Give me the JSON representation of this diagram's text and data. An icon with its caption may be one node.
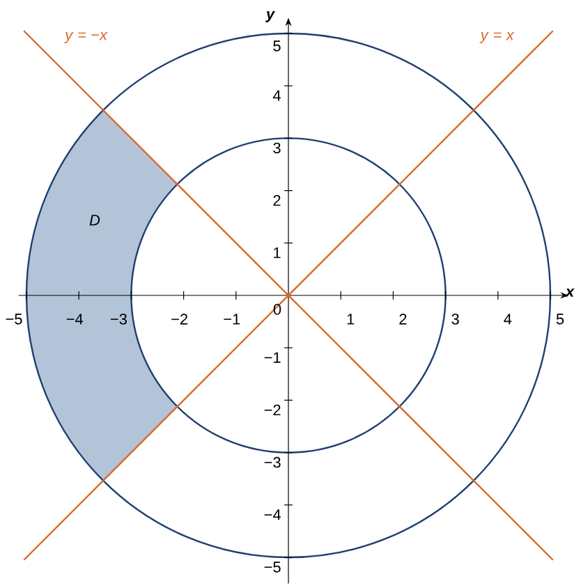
{
  "diagram": {
    "labels": [
      "*y* = −*x*",
      "*y* = *x*",
      "y",
      "x",
      "D",
      "0",
      "−5",
      "−4",
      "−3",
      "−2",
      "−1",
      "1",
      "2",
      "3",
      "4",
      "5",
      "5",
      "4",
      "3",
      "2",
      "1",
      "−1",
      "−2",
      "−3",
      "−4",
      "−5"
    ]
  }
}
